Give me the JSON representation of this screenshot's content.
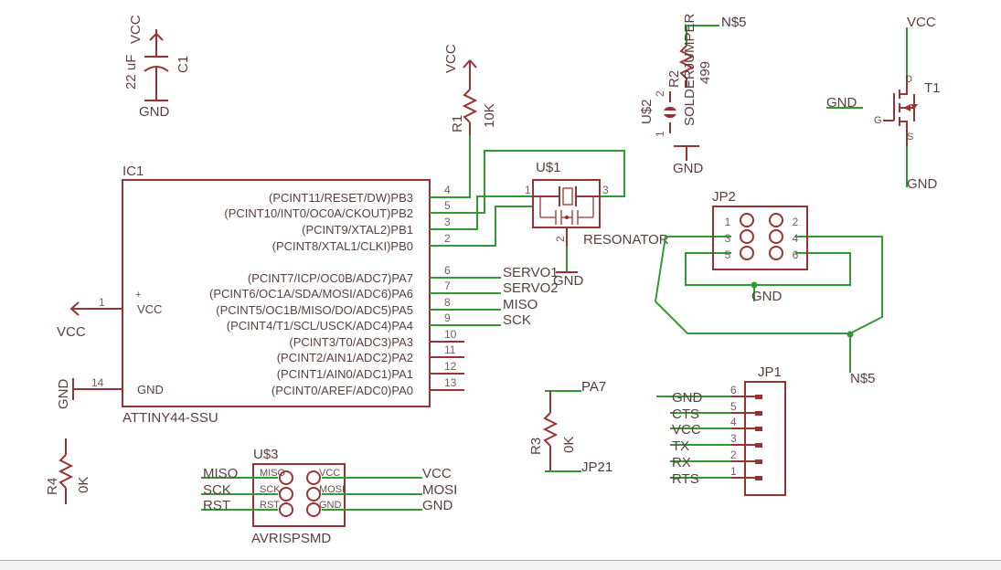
{
  "colors": {
    "symbol": "#993333",
    "wire": "#339933",
    "text": "#5a3e3e"
  },
  "c1": {
    "ref": "C1",
    "value": "22 uF",
    "vcc": "VCC",
    "gnd": "GND"
  },
  "r1": {
    "ref": "R1",
    "value": "10K",
    "vcc": "VCC"
  },
  "r2": {
    "ref": "R2",
    "value": "499",
    "net": "N$5"
  },
  "u2": {
    "ref": "U$2",
    "jumper": "SOLDERJUMPER",
    "gnd": "GND",
    "pin1": "1",
    "pin2": "2"
  },
  "t1": {
    "ref": "T1",
    "vcc": "VCC",
    "gnd_left": "GND",
    "gnd_bottom": "GND",
    "d": "D",
    "g": "G",
    "s": "S"
  },
  "ic1": {
    "ref": "IC1",
    "part": "ATTINY44-SSU",
    "vcc_pin": "VCC",
    "gnd_pin": "GND",
    "vcc_num": "1",
    "gnd_num": "14",
    "vcc_net": "VCC",
    "gnd_net": "GND",
    "pins": [
      {
        "label": "(PCINT11/RESET/DW)PB3",
        "num": "4"
      },
      {
        "label": "(PCINT10/INT0/OC0A/CKOUT)PB2",
        "num": "5"
      },
      {
        "label": "(PCINT9/XTAL2)PB1",
        "num": "3"
      },
      {
        "label": "(PCINT8/XTAL1/CLKI)PB0",
        "num": "2"
      },
      {
        "label": "(PCINT7/ICP/OC0B/ADC7)PA7",
        "num": "6"
      },
      {
        "label": "(PCINT6/OC1A/SDA/MOSI/ADC6)PA6",
        "num": "7"
      },
      {
        "label": "(PCINT5/OC1B/MISO/DO/ADC5)PA5",
        "num": "8"
      },
      {
        "label": "(PCINT4/T1/SCL/USCK/ADC4)PA4",
        "num": "9"
      },
      {
        "label": "(PCINT3/T0/ADC3)PA3",
        "num": "10"
      },
      {
        "label": "(PCINT2/AIN1/ADC2)PA2",
        "num": "11"
      },
      {
        "label": "(PCINT1/AIN0/ADC1)PA1",
        "num": "12"
      },
      {
        "label": "(PCINT0/AREF/ADC0)PA0",
        "num": "13"
      }
    ],
    "signals": [
      "SERVO1",
      "SERVO2",
      "MISO",
      "SCK"
    ]
  },
  "u1": {
    "ref": "U$1",
    "part": "RESONATOR",
    "gnd": "GND",
    "p1": "1",
    "p2": "2",
    "p3": "3"
  },
  "jp2": {
    "ref": "JP2",
    "gnd": "GND",
    "net": "N$5",
    "pins": [
      "1",
      "2",
      "3",
      "4",
      "5",
      "6"
    ]
  },
  "jp1": {
    "ref": "JP1",
    "labels": [
      "GND",
      "CTS",
      "VCC",
      "TX",
      "RX",
      "RTS"
    ],
    "nums": [
      "6",
      "5",
      "4",
      "3",
      "2",
      "1"
    ]
  },
  "r3": {
    "ref": "R3",
    "value": "0K",
    "top_net": "PA7",
    "bottom_net": "JP21"
  },
  "r4": {
    "ref": "R4",
    "value": "0K"
  },
  "u3": {
    "ref": "U$3",
    "part": "AVRISPSMD",
    "left_inner": [
      "MISO",
      "SCK",
      "RST"
    ],
    "right_inner": [
      "VCC",
      "MOSI",
      "GND"
    ],
    "left_nets": [
      "MISO",
      "SCK",
      "RST"
    ],
    "right_nets": [
      "VCC",
      "MOSI",
      "GND"
    ]
  }
}
